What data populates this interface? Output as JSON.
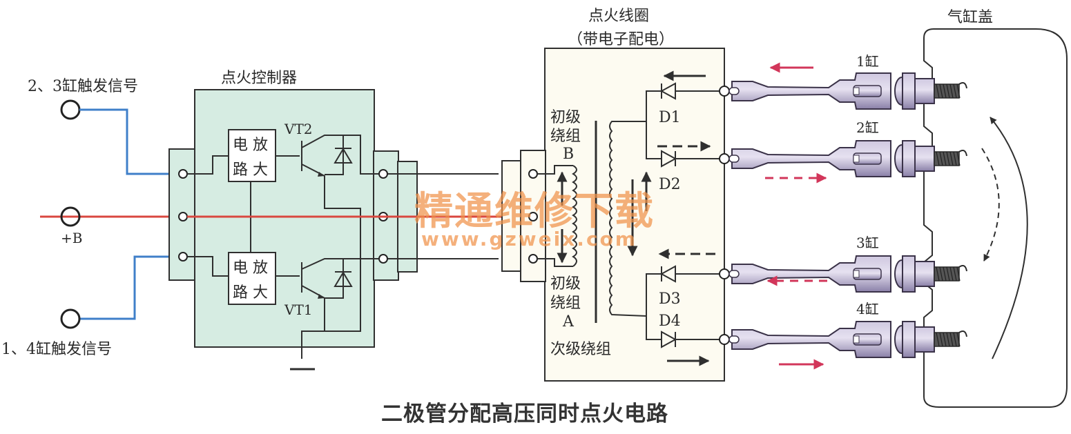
{
  "title": "二极管分配高压同时点火电路",
  "colors": {
    "wire": "#2f2f2f",
    "signal_wire": "#3f7fc9",
    "power_wire": "#d9473f",
    "controller_fill": "#d6ece2",
    "coil_fill": "#fdfbf1",
    "plug_fill": "#a49ac0",
    "plug_stroke": "#3a3248",
    "current_arrow": "#d2365a",
    "watermark": "#f0934a"
  },
  "inputs": {
    "trigger_23": "2、3缸触发信号",
    "power": "+B",
    "trigger_14": "1、4缸触发信号"
  },
  "controller": {
    "title": "点火控制器",
    "amp_top": [
      "电",
      "放",
      "路",
      "大"
    ],
    "amp_bottom": [
      "电",
      "放",
      "路",
      "大"
    ],
    "transistor_top": "VT2",
    "transistor_bottom": "VT1"
  },
  "coil": {
    "title_line1": "点火线圈",
    "title_line2": "（带电子配电）",
    "primary_b": [
      "初级",
      "绕组",
      "B"
    ],
    "primary_a": [
      "初级",
      "绕组",
      "A"
    ],
    "secondary": "次级绕组",
    "diodes": [
      "D1",
      "D2",
      "D3",
      "D4"
    ]
  },
  "cylinders": {
    "head_label": "气缸盖",
    "labels": [
      "1缸",
      "2缸",
      "3缸",
      "4缸"
    ]
  },
  "watermark": {
    "line1": "精通维修下载",
    "line2": "www.gzweix.com"
  }
}
